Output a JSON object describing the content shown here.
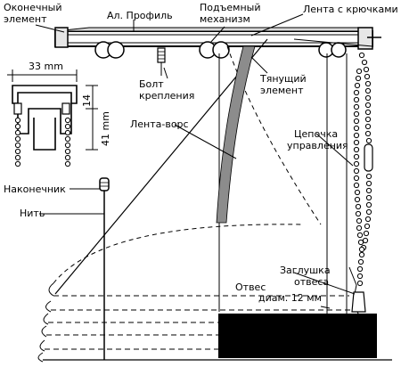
{
  "labels": {
    "end_element": [
      "Оконечный",
      "элемент"
    ],
    "al_profile": "Ал. Профиль",
    "lifting_mechanism": [
      "Подъемный",
      "механизм"
    ],
    "hook_tape": "Лента с крючками",
    "dimension_width": "33 mm",
    "dimension_14": "14",
    "dimension_41": "41 mm",
    "mounting_bolt": [
      "Болт",
      "крепления"
    ],
    "pulling_element": [
      "Тянущий",
      "элемент"
    ],
    "pile_tape": "Лента-ворс",
    "control_chain": [
      "Цепочка",
      "управления"
    ],
    "tip": "Наконечник",
    "thread": "Нить",
    "weight_cap": [
      "Заглушка",
      "отвеса"
    ],
    "weight": [
      "Отвес",
      "диам. 12 мм"
    ]
  },
  "colors": {
    "line": "#000000",
    "pile_tape": "#8c8c8c",
    "redaction": "#000000"
  }
}
